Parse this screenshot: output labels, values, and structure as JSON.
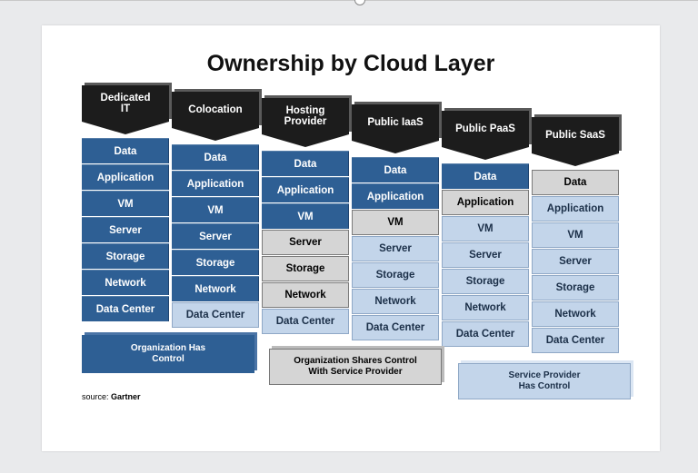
{
  "title": "Ownership by Cloud Layer",
  "source_prefix": "source:",
  "source_name": "Gartner",
  "columns": [
    {
      "header": "Dedicated\nIT",
      "cells": [
        "Data",
        "Application",
        "VM",
        "Server",
        "Storage",
        "Network",
        "Data Center"
      ],
      "styles": [
        "dark",
        "dark",
        "dark",
        "dark",
        "dark",
        "dark",
        "dark"
      ]
    },
    {
      "header": "Colocation",
      "cells": [
        "Data",
        "Application",
        "VM",
        "Server",
        "Storage",
        "Network",
        "Data Center"
      ],
      "styles": [
        "dark",
        "dark",
        "dark",
        "dark",
        "dark",
        "dark",
        "light"
      ]
    },
    {
      "header": "Hosting\nProvider",
      "cells": [
        "Data",
        "Application",
        "VM",
        "Server",
        "Storage",
        "Network",
        "Data Center"
      ],
      "styles": [
        "dark",
        "dark",
        "dark",
        "gray",
        "gray",
        "gray",
        "light"
      ]
    },
    {
      "header": "Public IaaS",
      "cells": [
        "Data",
        "Application",
        "VM",
        "Server",
        "Storage",
        "Network",
        "Data Center"
      ],
      "styles": [
        "dark",
        "dark",
        "gray",
        "light",
        "light",
        "light",
        "light"
      ]
    },
    {
      "header": "Public PaaS",
      "cells": [
        "Data",
        "Application",
        "VM",
        "Server",
        "Storage",
        "Network",
        "Data Center"
      ],
      "styles": [
        "dark",
        "gray",
        "light",
        "light",
        "light",
        "light",
        "light"
      ]
    },
    {
      "header": "Public SaaS",
      "cells": [
        "Data",
        "Application",
        "VM",
        "Server",
        "Storage",
        "Network",
        "Data Center"
      ],
      "styles": [
        "gray",
        "light",
        "light",
        "light",
        "light",
        "light",
        "light"
      ]
    }
  ],
  "legend": {
    "org": "Organization Has\nControl",
    "shared": "Organization Shares Control\nWith Service Provider",
    "provider": "Service Provider\nHas Control"
  },
  "colors": {
    "dark": "#2e5f94",
    "gray": "#d5d5d5",
    "light": "#c3d5ea",
    "header": "#1c1c1c"
  }
}
